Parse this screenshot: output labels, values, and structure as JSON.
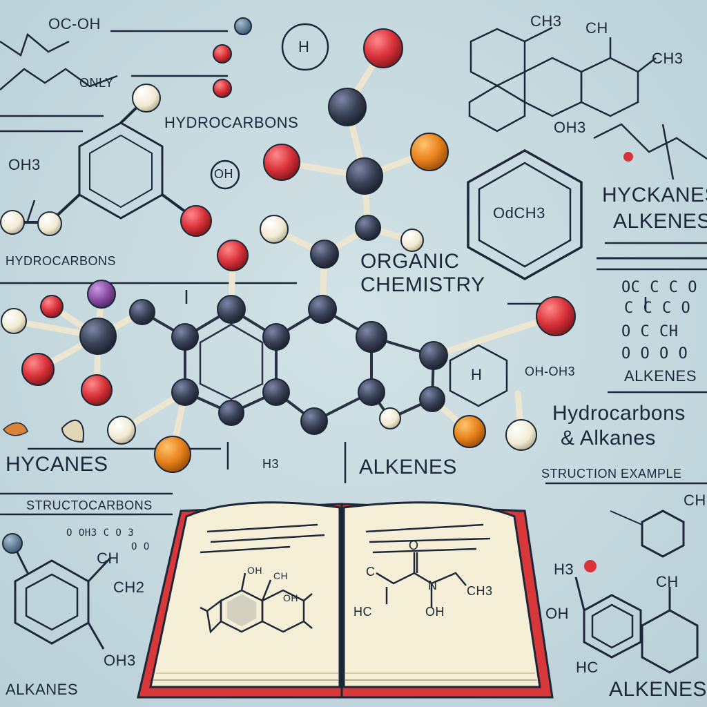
{
  "labels": {
    "oc_oh_top": "OC-OH",
    "only": "ONLY",
    "hi": "H",
    "hydrocarbons_top": "HYDROCARBONS",
    "oh3_left": "OH3",
    "oh_circle": "OH",
    "ch3_top": "CH3",
    "ch_top": "CH",
    "ch3_right": "CH3",
    "oh3_top_right": "OH3",
    "ring_center": "OdCH3",
    "hydkanes": "HYCKANES",
    "alkenes_right_top": "ALKENES",
    "hydrocarbons_left": "HYDROCARBONS",
    "organic": "ORGANIC",
    "chemistry": "CHEMISTRY",
    "formula_row_1": "OC C C O",
    "formula_row_2": "C C C O",
    "formula_row_3": "O C CH",
    "formula_row_4": "O O O O",
    "alkenes_list": "ALKENES",
    "oh_oh3": "OH-OH3",
    "h_hex": "H",
    "hydrocarbons_alkanes_1": "Hydrocarbons",
    "hydrocarbons_alkanes_2": "& Alkanes",
    "structure_example": "STRUCTION EXAMPLE",
    "hycanes": "HYCANES",
    "h3": "H3",
    "alkenes_center": "ALKENES",
    "structocarbons": "STRUCTOCARBONS",
    "small_formula": "O OH3 C O 3",
    "small_formula_2": "O O",
    "ch_lower_left": "CH",
    "ch2_lower_left": "CH2",
    "oh3_lower_left": "OH3",
    "alkanes_bottom": "ALKANES",
    "ch_right": "CH",
    "h3_right": "H3",
    "oh_lower_right": "OH",
    "ch_lower_right": "CH",
    "hc_lower_right": "HC",
    "alkenes_bottom_right": "ALKENES",
    "book_oh": "OH",
    "book_ch": "CH",
    "book_oh2": "OH",
    "book_hc": "HC",
    "book_o": "O",
    "book_n": "N",
    "book_ch3": "CH3",
    "book_oh3": "OH",
    "book_c": "C"
  },
  "colors": {
    "background": "#c2d7de",
    "ink": "#1c2838",
    "atom_dark": "#3a4256",
    "atom_red": "#d9323a",
    "atom_orange": "#e8821c",
    "atom_white": "#f4efdc",
    "atom_purple": "#8a4ea6",
    "book_cover": "#d8383a",
    "book_paper": "#f5efd8"
  },
  "icons": [
    "molecule-illustration",
    "open-book",
    "benzene-ring"
  ]
}
